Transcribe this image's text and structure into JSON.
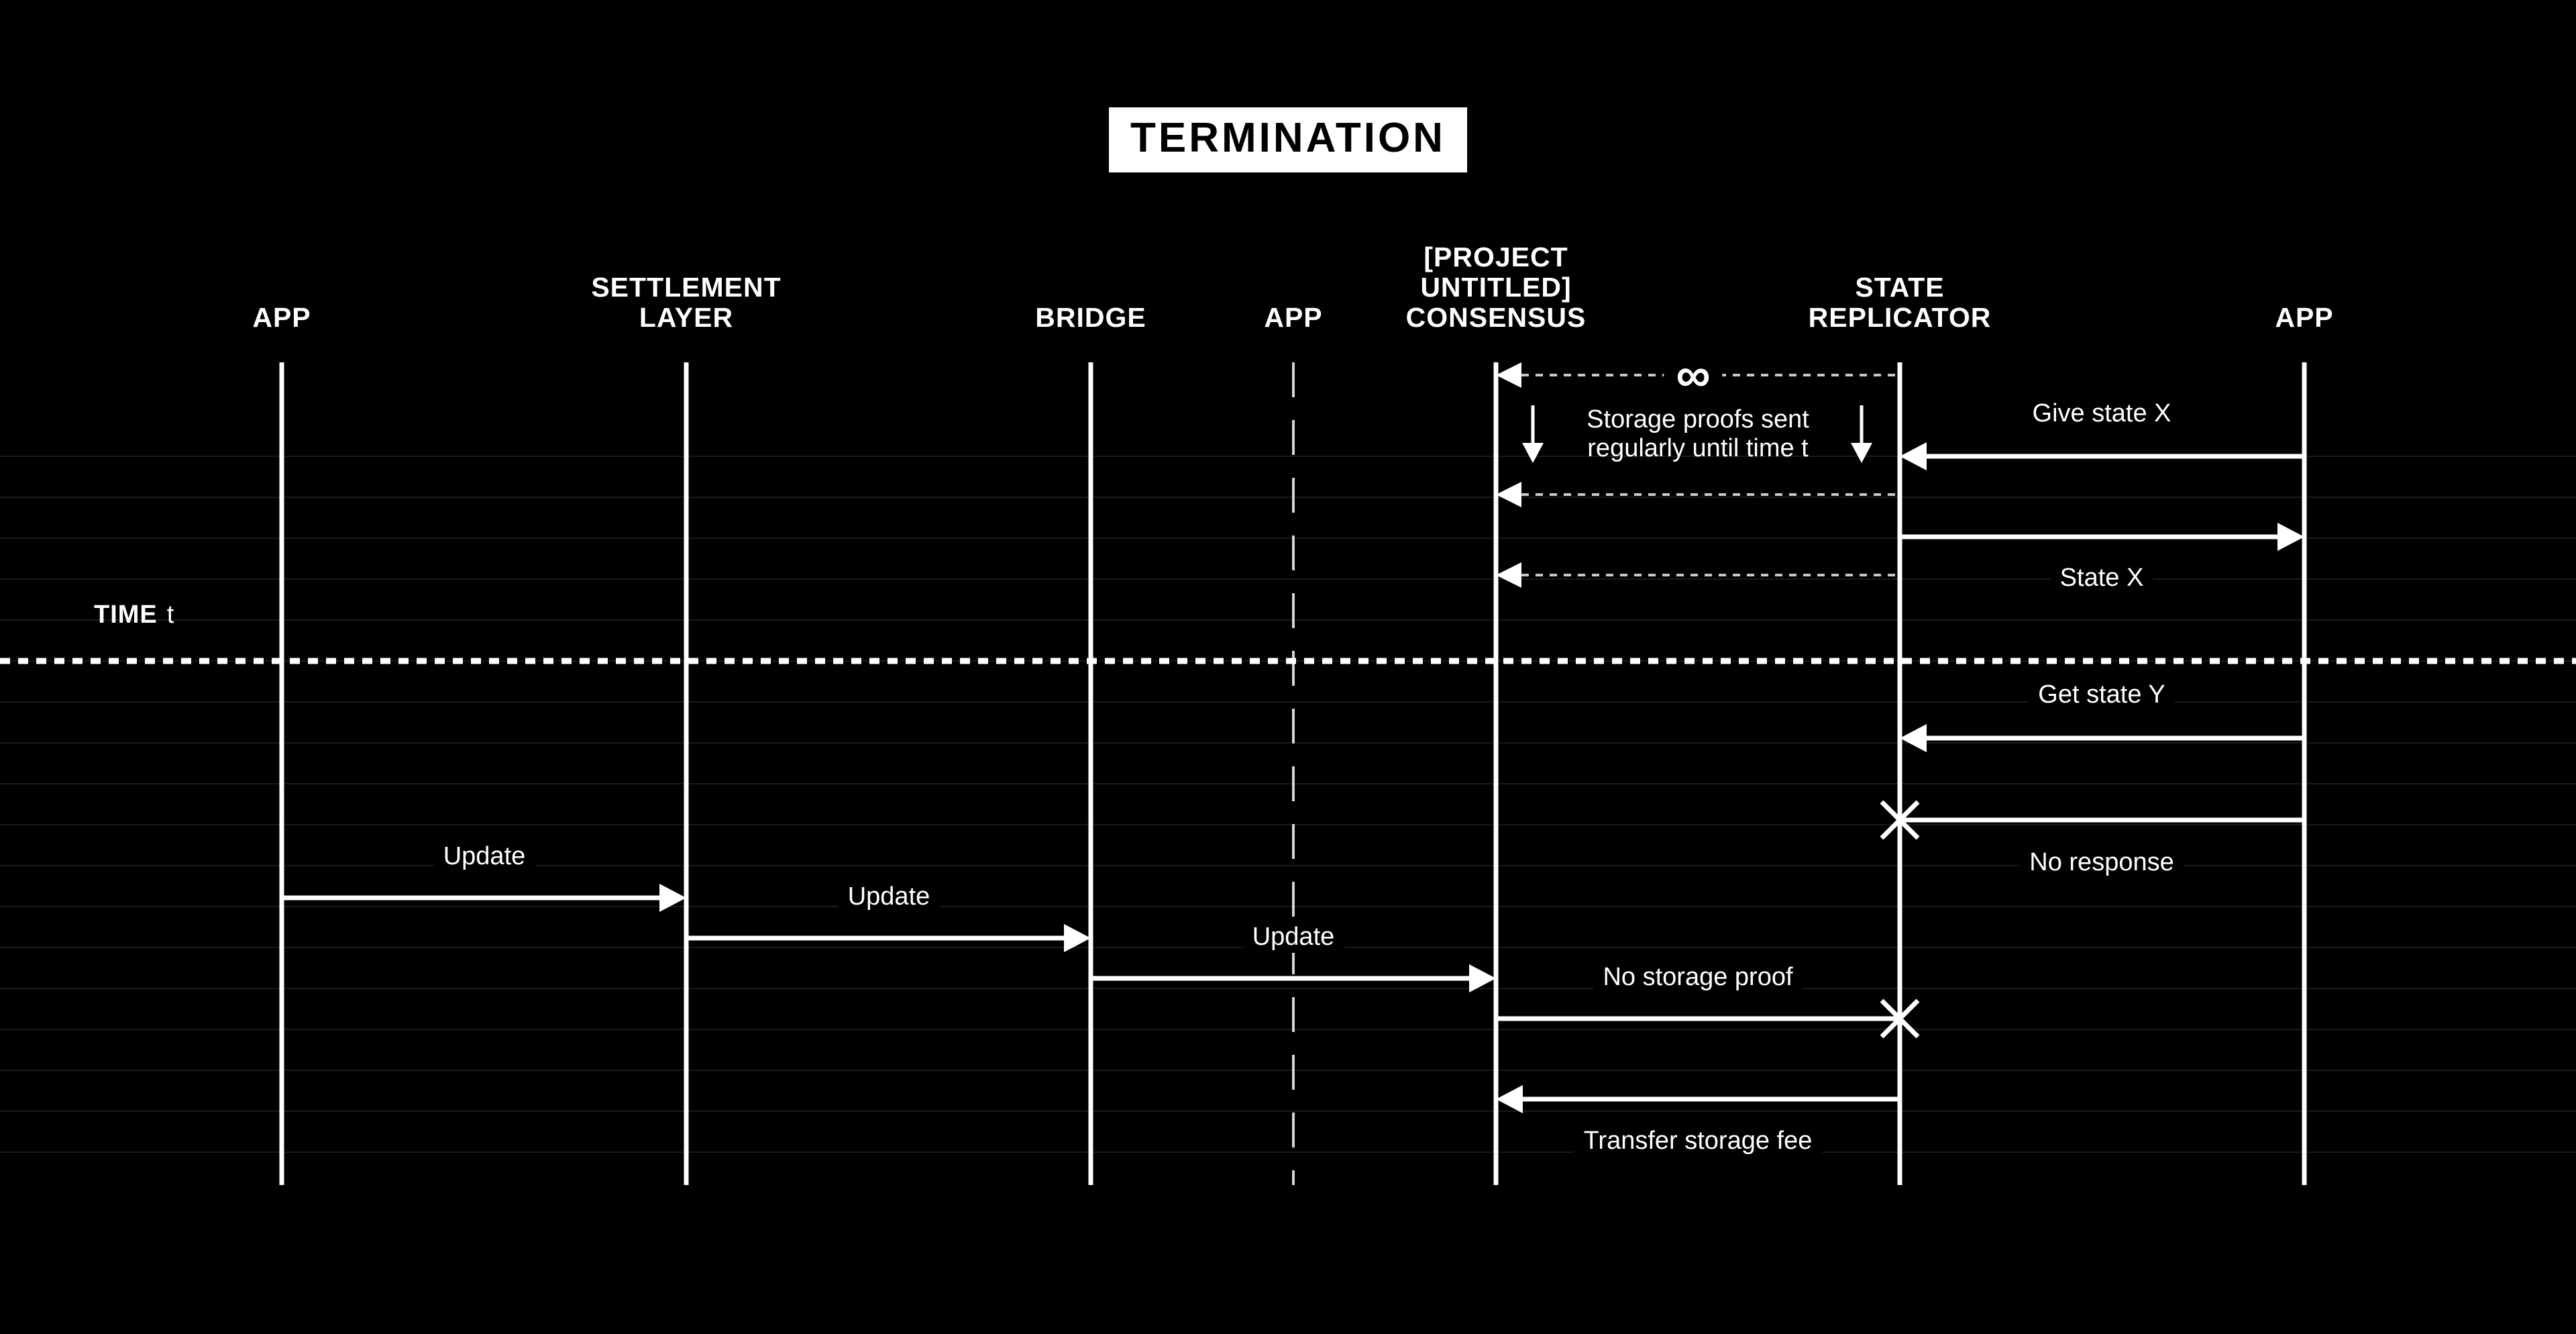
{
  "title": "TERMINATION",
  "colors": {
    "background": "#000000",
    "foreground": "#ffffff",
    "gridline": "#1a1a1a",
    "dashed_arrow": "#c8c8c8"
  },
  "actors": [
    {
      "id": "app-left",
      "label": "APP"
    },
    {
      "id": "settlement-layer",
      "label": "SETTLEMENT\nLAYER"
    },
    {
      "id": "bridge",
      "label": "BRIDGE"
    },
    {
      "id": "app-middle",
      "label": "APP",
      "lifeline": "dashed"
    },
    {
      "id": "consensus",
      "label": "[PROJECT\nUNTITLED]\nCONSENSUS"
    },
    {
      "id": "state-replicator",
      "label": "STATE\nREPLICATOR"
    },
    {
      "id": "app-right",
      "label": "APP"
    }
  ],
  "time_marker": {
    "bold_label": "TIME",
    "variable": "t",
    "style": "dotted-divider"
  },
  "loop_annotation": {
    "infinity_symbol": "∞",
    "label": "Storage proofs sent\nregularly until time t",
    "from": "state-replicator",
    "to": "consensus",
    "repeats": 3,
    "style": "dashed-arrow"
  },
  "messages": [
    {
      "label": "Give state X",
      "from": "app-right",
      "to": "state-replicator",
      "style": "solid-arrow"
    },
    {
      "label": "State X",
      "from": "state-replicator",
      "to": "app-right",
      "style": "solid-arrow"
    },
    {
      "label": "Get state Y",
      "from": "app-right",
      "to": "state-replicator",
      "style": "solid-arrow"
    },
    {
      "label": "No response",
      "from": "state-replicator",
      "to": "app-right",
      "style": "failed-x"
    },
    {
      "label": "Update",
      "from": "app-left",
      "to": "settlement-layer",
      "style": "solid-arrow"
    },
    {
      "label": "Update",
      "from": "settlement-layer",
      "to": "bridge",
      "style": "solid-arrow"
    },
    {
      "label": "Update",
      "from": "bridge",
      "to": "consensus",
      "style": "solid-arrow"
    },
    {
      "label": "No storage proof",
      "from": "consensus",
      "to": "state-replicator",
      "style": "failed-x"
    },
    {
      "label": "Transfer storage fee",
      "from": "state-replicator",
      "to": "consensus",
      "style": "solid-arrow"
    }
  ]
}
